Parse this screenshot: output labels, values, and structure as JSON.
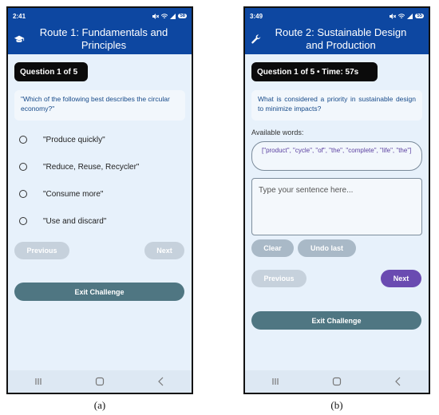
{
  "screens": [
    {
      "status_time": "2:41",
      "battery": "58",
      "title": "Route 1: Fundamentals and Principles",
      "header_icon": "graduation-cap-icon",
      "question_counter": "Question 1 of 5",
      "question": "\"Which of the following best describes the circular economy?\"",
      "options": [
        "\"Produce quickly\"",
        "\"Reduce, Reuse, Recycler\"",
        "\"Consume more\"",
        "\"Use and discard\""
      ],
      "previous_label": "Previous",
      "next_label": "Next",
      "exit_label": "Exit Challenge",
      "caption": "(a)"
    },
    {
      "status_time": "3:49",
      "battery": "55",
      "title": "Route 2: Sustainable Design and Production",
      "header_icon": "wrench-icon",
      "question_counter": "Question 1 of 5  •  Time: 57s",
      "question": "What is considered a priority in sustainable design to minimize impacts?",
      "available_words_label": "Available words:",
      "available_words": "[\"product\", \"cycle\", \"of\", \"the\", \"complete\", \"life\", \"the\"]",
      "sentence_placeholder": "Type your sentence here...",
      "clear_label": "Clear",
      "undo_label": "Undo last",
      "previous_label": "Previous",
      "next_label": "Next",
      "exit_label": "Exit Challenge",
      "caption": "(b)"
    }
  ],
  "colors": {
    "appbar": "#0d47a1",
    "background": "#e7f1fb",
    "question_text": "#184b8a",
    "exit_button": "#4f7682",
    "next_button": "#6a4bb1",
    "word_text": "#5a3fa0"
  },
  "nav_icons": [
    "recents-icon",
    "home-icon",
    "back-icon"
  ]
}
